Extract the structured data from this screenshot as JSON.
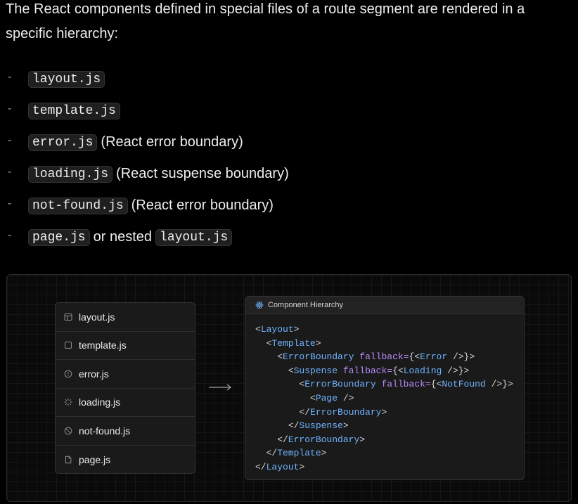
{
  "intro": "The React components defined in special files of a route segment are rendered in a specific hierarchy:",
  "bullets": [
    {
      "code": "layout.js",
      "suffix": ""
    },
    {
      "code": "template.js",
      "suffix": ""
    },
    {
      "code": "error.js",
      "suffix": "(React error boundary)"
    },
    {
      "code": "loading.js",
      "suffix": "(React suspense boundary)"
    },
    {
      "code": "not-found.js",
      "suffix": "(React error boundary)"
    },
    {
      "code": "page.js",
      "middle": "or nested",
      "code2": "layout.js"
    }
  ],
  "bullet_marker": "-",
  "files": [
    {
      "label": "layout.js",
      "icon": "layout-icon"
    },
    {
      "label": "template.js",
      "icon": "square-icon"
    },
    {
      "label": "error.js",
      "icon": "alert-circle-icon"
    },
    {
      "label": "loading.js",
      "icon": "loader-icon"
    },
    {
      "label": "not-found.js",
      "icon": "ban-icon"
    },
    {
      "label": "page.js",
      "icon": "file-icon"
    }
  ],
  "code_card": {
    "title": "Component Hierarchy",
    "icon": "react-icon"
  },
  "code_tokens": {
    "layout": "Layout",
    "template": "Template",
    "error_boundary": "ErrorBoundary",
    "fallback": "fallback",
    "error": "Error",
    "suspense": "Suspense",
    "loading": "Loading",
    "not_found": "NotFound",
    "page": "Page"
  },
  "colors": {
    "background": "#000000",
    "tag": "#6fb3ff",
    "attr": "#b58cf5",
    "text": "#ededed"
  }
}
